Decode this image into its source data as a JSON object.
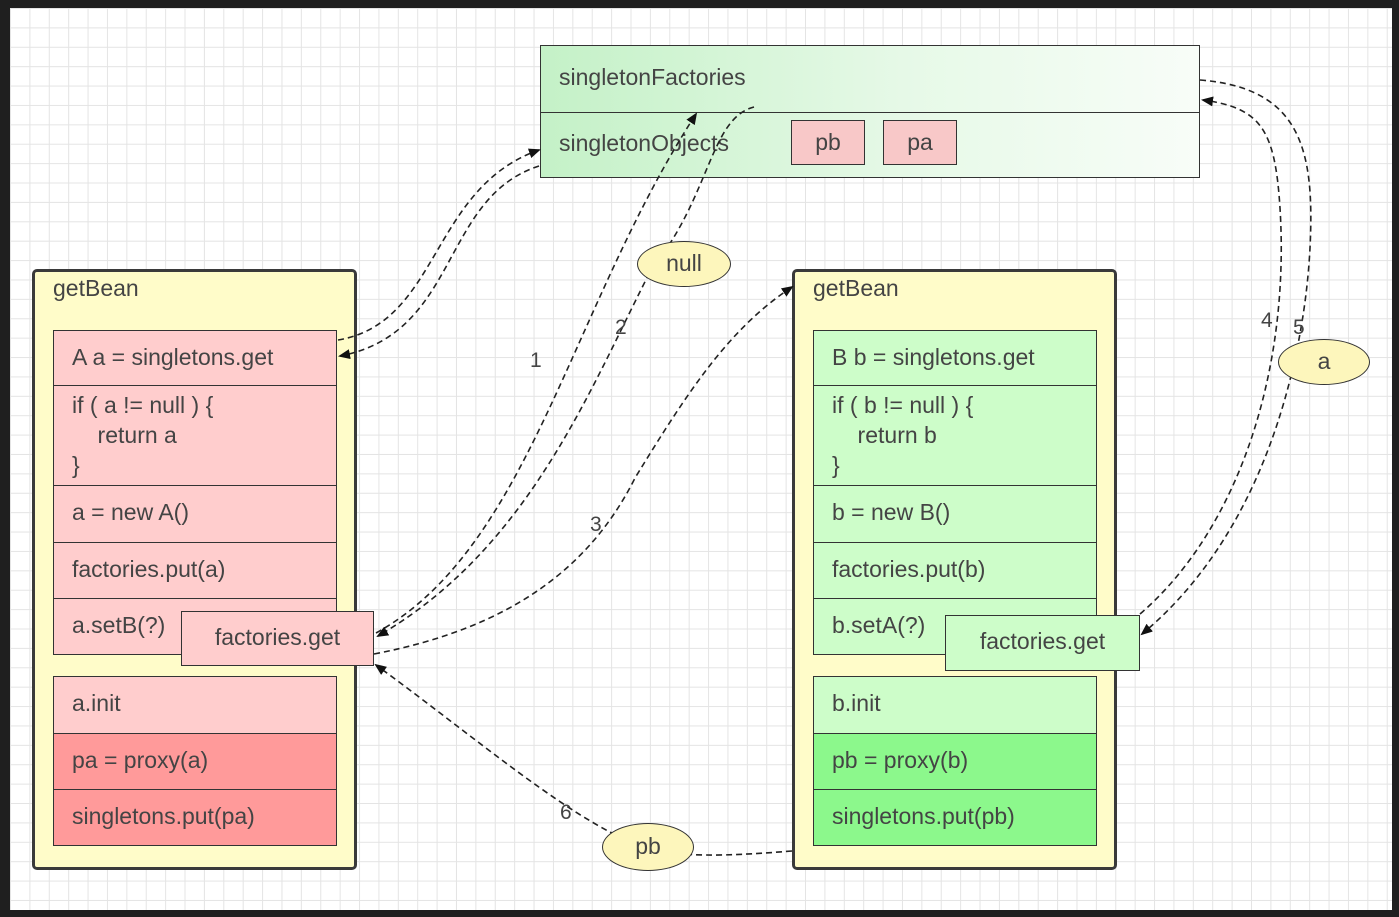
{
  "store": {
    "factories_label": "singletonFactories",
    "objects_label": "singletonObjects",
    "chips": [
      "pb",
      "pa"
    ]
  },
  "bean_a": {
    "title": "getBean",
    "rows": [
      "A a = singletons.get",
      "if ( a != null ) {\n    return a\n}",
      "a = new A()",
      "factories.put(a)",
      "a.setB(?)",
      "a.init",
      "pa = proxy(a)",
      "singletons.put(pa)"
    ],
    "call_label": "factories.get"
  },
  "bean_b": {
    "title": "getBean",
    "rows": [
      "B b = singletons.get",
      "if ( b != null ) {\n    return b\n}",
      "b = new B()",
      "factories.put(b)",
      "b.setA(?)",
      "b.init",
      "pb = proxy(b)",
      "singletons.put(pb)"
    ],
    "call_label": "factories.get"
  },
  "values": {
    "null_label": "null",
    "a_label": "a",
    "pb_label": "pb"
  },
  "steps": [
    "1",
    "2",
    "3",
    "4",
    "5",
    "6"
  ],
  "colors": {
    "pink": "#ffcdcd",
    "pink_dark": "#ff9a9a",
    "green": "#cdfdc9",
    "green_dark": "#8cf88c",
    "panel": "#fffcc9",
    "ellipse": "#fdf6bc"
  }
}
